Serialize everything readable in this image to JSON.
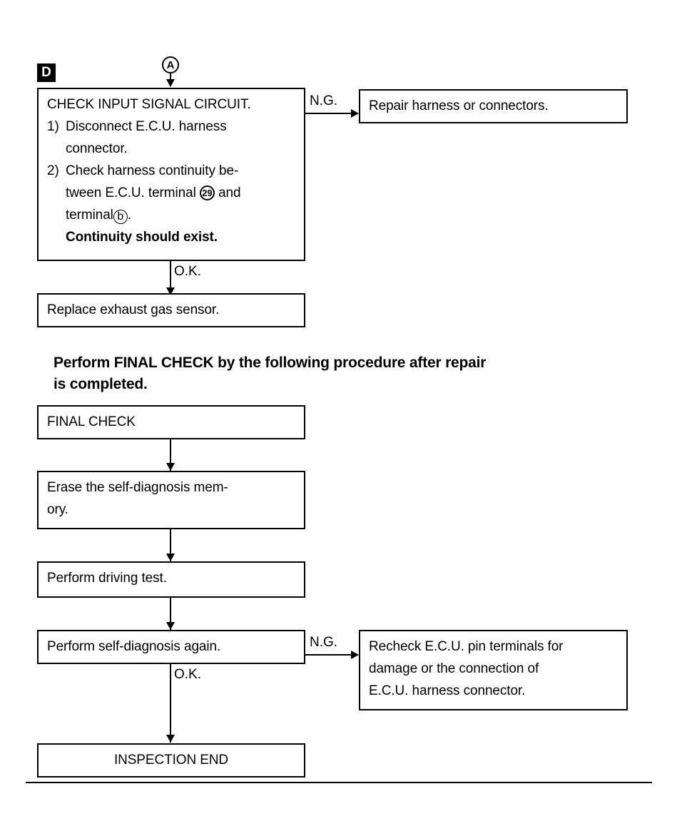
{
  "markers": {
    "section_tag": "D",
    "inbound_connector": "A"
  },
  "edge_labels": {
    "ng_top": "N.G.",
    "ok_top": "O.K.",
    "ng_bottom": "N.G.",
    "ok_bottom": "O.K."
  },
  "boxes": {
    "check_input_signal": {
      "title": "CHECK INPUT SIGNAL CIRCUIT.",
      "step1_num": "1)",
      "step1_line1": "Disconnect E.C.U. harness",
      "step1_line2": "connector.",
      "step2_num": "2)",
      "step2_line1": "Check harness continuity be-",
      "step2_line2_pre": "tween E.C.U. terminal",
      "step2_terminal_ecu": "29",
      "step2_line2_post": "and",
      "step2_line3_pre": "terminal",
      "step2_terminal_other": "b",
      "step2_line3_post": ".",
      "conclusion": "Continuity should exist."
    },
    "repair_harness": {
      "text": "Repair harness or connectors."
    },
    "replace_sensor": {
      "text": "Replace exhaust gas sensor."
    },
    "final_check": {
      "text": "FINAL CHECK"
    },
    "erase_memory": {
      "line1": "Erase the self-diagnosis mem-",
      "line2": "ory."
    },
    "driving_test": {
      "text": "Perform driving test."
    },
    "self_diagnosis_again": {
      "text": "Perform self-diagnosis again."
    },
    "recheck_pins": {
      "line1": "Recheck E.C.U. pin terminals for",
      "line2": "damage or the connection of",
      "line3": "E.C.U. harness connector."
    },
    "inspection_end": {
      "text": "INSPECTION END"
    }
  },
  "heading": {
    "line1": "Perform FINAL CHECK by the following procedure after repair",
    "line2": "is completed."
  },
  "colors": {
    "ink": "#000000",
    "paper": "#ffffff"
  }
}
